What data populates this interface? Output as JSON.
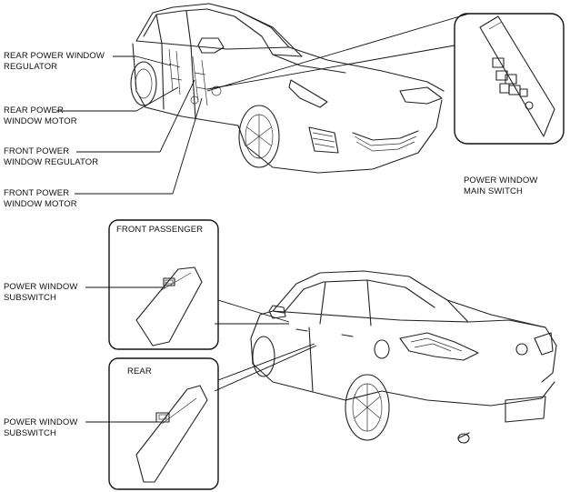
{
  "labels": {
    "rear_power_window_regulator": [
      "REAR POWER WINDOW",
      "REGULATOR"
    ],
    "rear_power_window_motor": [
      "REAR POWER",
      "WINDOW MOTOR"
    ],
    "front_power_window_regulator": [
      "FRONT POWER",
      "WINDOW REGULATOR"
    ],
    "front_power_window_motor": [
      "FRONT POWER",
      "WINDOW MOTOR"
    ],
    "power_window_main_switch": [
      "POWER WINDOW",
      "MAIN SWITCH"
    ],
    "power_window_subswitch_front": [
      "POWER WINDOW",
      "SUBSWITCH"
    ],
    "power_window_subswitch_rear": [
      "POWER WINDOW",
      "SUBSWITCH"
    ]
  },
  "insets": {
    "front_passenger_title": "FRONT PASSENGER",
    "rear_title": "REAR"
  }
}
